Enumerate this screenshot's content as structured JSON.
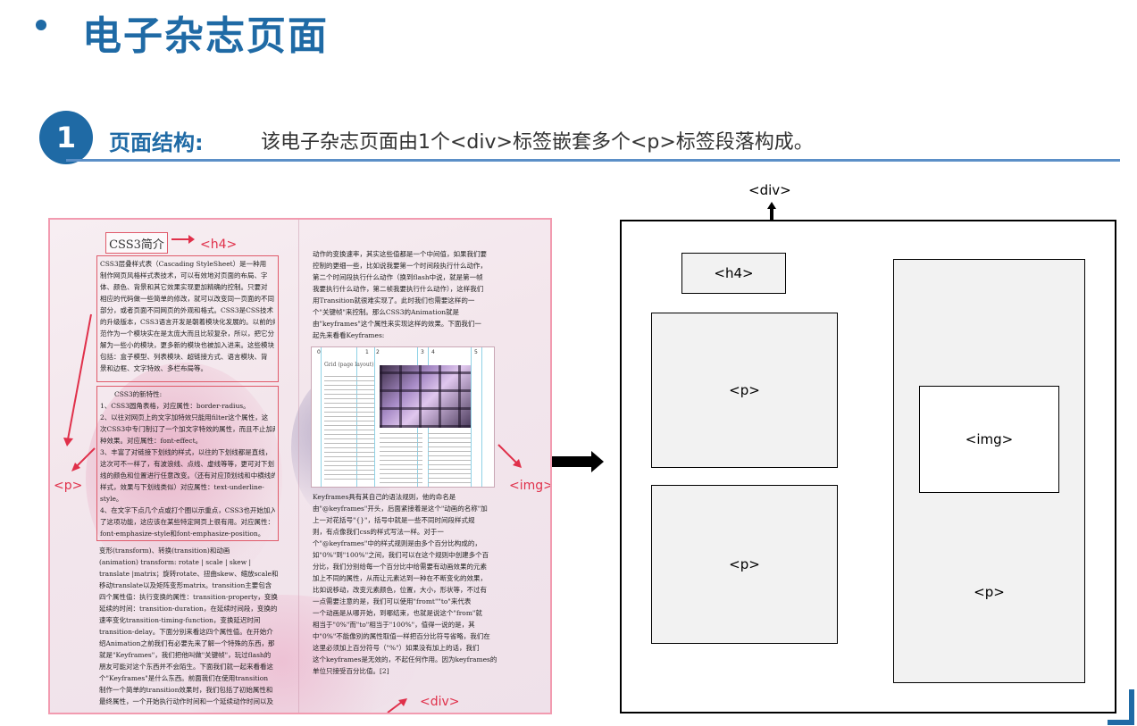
{
  "header": {
    "title": "电子杂志页面"
  },
  "section": {
    "number": "1",
    "label": "页面结构:",
    "description": "该电子杂志页面由1个<div>标签嵌套多个<p>标签段落构成。"
  },
  "magazine": {
    "heading_box": "CSS3简介",
    "annotations": {
      "h4": "<h4>",
      "p": "<p>",
      "img": "<img>",
      "div": "<div>"
    },
    "left_page": {
      "para1": [
        "CSS3层叠样式表（Cascading StyleSheet）是一种用",
        "制作网页风格样式表技术，可以有效地对页面的布局、字",
        "体、颜色、背景和其它效果实现更加精确的控制。只要对",
        "相应的代码做一些简单的修改，就可以改变同一页面的不同",
        "部分，或者页面不同网页的外观和格式。CSS3是CSS技术",
        "的升级版本，CSS3语言开发是朝着模块化发展的。以前的规",
        "范作为一个模块实在是太庞大而且比较复杂，所以，把它分",
        "解为一些小的模块，更多新的模块也被加入进来。这些模块",
        "包括：盒子模型、列表模块、超链接方式、语言模块、背",
        "景和边框、文字特效、多栏布局等。"
      ],
      "para2_title": "CSS3的新特性:",
      "para2": [
        "1、CSS3圆角表格，对应属性：border-radius。",
        "2、以往对网页上的文字加特效只能用filter这个属性，这",
        "次CSS3中专门制订了一个加文字特效的属性，而且不止加两",
        "种效果。对应属性：font-effect。",
        "3、丰富了对链接下划线的样式，以往的下划线都是直线，",
        "这次可不一样了，有波浪线、点线、虚线等等，更可对下划",
        "线的颜色和位置进行任意改变。（还有对应顶划线和中横线的",
        "样式，效果与下划线类似）对应属性：text-underline-",
        "style。",
        "4、在文字下点几个点或打个圈以示重点，CSS3也开始加入",
        "了这项功能，这应该在某些特定网页上很有用。对应属性：",
        "font-emphasize-style和font-emphasize-position。"
      ],
      "para3": [
        "变形(transform)、转换(transition)和动画",
        "(animation) transform: rotate | scale | skew |",
        "translate |matrix；旋转rotate、扭曲skew、缩放scale和",
        "移动translate以及矩阵变形matrix。transition主要包含",
        "四个属性值：执行变换的属性：transition-property，变换",
        "延续的时间：transition-duration，在延续时间段，变换的",
        "速率变化transition-timing-function，变换延迟时间",
        "transition-delay。下面分别来看这四个属性值。在开始介",
        "绍Animation之前我们有必要先来了解一个特殊的东西，那",
        "就是\"Keyframes\"，我们把他叫做\"关键帧\"，玩过flash的",
        "朋友可能对这个东西并不会陌生。下面我们就一起来看看这",
        "个\"Keyframes\"是什么东西。前面我们在使用transition",
        "制作一个简单的transition效果时，我们包括了初始属性和",
        "最终属性，一个开始执行动作时间和一个延续动作时间以及"
      ]
    },
    "right_page": {
      "top": [
        "动作的变换速率，其实这些值都是一个中间值，如果我们要",
        "控制的更细一些，比如说我要第一个时间段执行什么动作，",
        "第二个时间段执行什么动作（换到flash中说，就是第一帧",
        "我要执行什么动作，第二帧我要执行什么动作），这样我们",
        "用Transition就很难实现了。此时我们也需要这样的一",
        "个\"关键帧\"来控制。那么CSS3的Animation就是",
        "由\"keyframes\"这个属性来实现这样的效果。下面我们一",
        "起先来看看Keyframes:"
      ],
      "bottom": [
        "Keyframes具有其自己的语法规则，他的命名是",
        "由\"@keyframes\"开头，后面紧接着是这个\"动画的名称\"加",
        "上一对花括号\"{}\"，括号中就是一些不同时间段样式规",
        "则，有点像我们css的样式写法一样。对于一",
        "个\"@keyframes\"中的样式规则是由多个百分比构成的，",
        "如\"0%\"到\"100%\"之间，我们可以在这个规则中创建多个百",
        "分比，我们分别给每一个百分比中给需要有动画效果的元素",
        "加上不同的属性，从而让元素达到一种在不断变化的效果，",
        "比如说移动，改变元素颜色，位置，大小，形状等，不过有",
        "一点需要注意的是，我们可以使用\"fromt\"\"to\"来代表",
        "一个动画是从哪开始，到哪结束，也就是说这个\"from\"就",
        "相当于\"0%\"而\"to\"相当于\"100%\"，值得一说的是，其",
        "中\"0%\"不能像别的属性取值一样把百分比符号省略，我们在",
        "这里必须加上百分符号（\"%\"）如果没有加上的话，我们",
        "这个keyframes是无效的，不起任何作用。因为keyframes的",
        "单位只接受百分比值。[2]"
      ],
      "mini_screenshot": {
        "heading": "Grid (page layout)",
        "column_numbers": [
          "0",
          "1",
          "2",
          "3",
          "4",
          "5"
        ]
      }
    }
  },
  "diagram": {
    "outer_label": "<div>",
    "h4": "<h4>",
    "p1": "<p>",
    "p2": "<p>",
    "right_p": "<p>",
    "img": "<img>"
  }
}
